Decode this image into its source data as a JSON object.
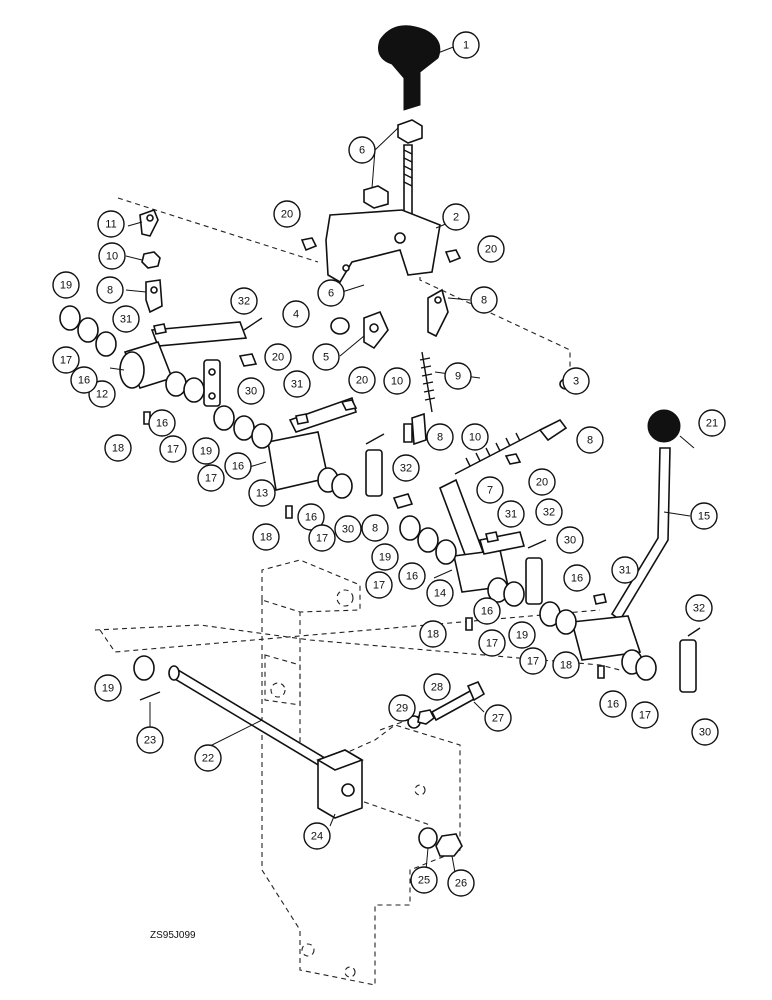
{
  "figure_code": "ZS95J099",
  "callouts": [
    {
      "id": "c1",
      "label": "1"
    },
    {
      "id": "c2",
      "label": "2"
    },
    {
      "id": "c3",
      "label": "3"
    },
    {
      "id": "c4",
      "label": "4"
    },
    {
      "id": "c5",
      "label": "5"
    },
    {
      "id": "c6a",
      "label": "6"
    },
    {
      "id": "c6b",
      "label": "6"
    },
    {
      "id": "c7",
      "label": "7"
    },
    {
      "id": "c8a",
      "label": "8"
    },
    {
      "id": "c8b",
      "label": "8"
    },
    {
      "id": "c8c",
      "label": "8"
    },
    {
      "id": "c8d",
      "label": "8"
    },
    {
      "id": "c8e",
      "label": "8"
    },
    {
      "id": "c9",
      "label": "9"
    },
    {
      "id": "c10a",
      "label": "10"
    },
    {
      "id": "c10b",
      "label": "10"
    },
    {
      "id": "c10c",
      "label": "10"
    },
    {
      "id": "c11",
      "label": "11"
    },
    {
      "id": "c12",
      "label": "12"
    },
    {
      "id": "c13",
      "label": "13"
    },
    {
      "id": "c14",
      "label": "14"
    },
    {
      "id": "c15",
      "label": "15"
    },
    {
      "id": "c16a",
      "label": "16"
    },
    {
      "id": "c16b",
      "label": "16"
    },
    {
      "id": "c16c",
      "label": "16"
    },
    {
      "id": "c16d",
      "label": "16"
    },
    {
      "id": "c16e",
      "label": "16"
    },
    {
      "id": "c16f",
      "label": "16"
    },
    {
      "id": "c16g",
      "label": "16"
    },
    {
      "id": "c16h",
      "label": "16"
    },
    {
      "id": "c17a",
      "label": "17"
    },
    {
      "id": "c17b",
      "label": "17"
    },
    {
      "id": "c17c",
      "label": "17"
    },
    {
      "id": "c17d",
      "label": "17"
    },
    {
      "id": "c17e",
      "label": "17"
    },
    {
      "id": "c17f",
      "label": "17"
    },
    {
      "id": "c17g",
      "label": "17"
    },
    {
      "id": "c17h",
      "label": "17"
    },
    {
      "id": "c18a",
      "label": "18"
    },
    {
      "id": "c18b",
      "label": "18"
    },
    {
      "id": "c18c",
      "label": "18"
    },
    {
      "id": "c18d",
      "label": "18"
    },
    {
      "id": "c19a",
      "label": "19"
    },
    {
      "id": "c19b",
      "label": "19"
    },
    {
      "id": "c19c",
      "label": "19"
    },
    {
      "id": "c19d",
      "label": "19"
    },
    {
      "id": "c19e",
      "label": "19"
    },
    {
      "id": "c20a",
      "label": "20"
    },
    {
      "id": "c20b",
      "label": "20"
    },
    {
      "id": "c20c",
      "label": "20"
    },
    {
      "id": "c20d",
      "label": "20"
    },
    {
      "id": "c20e",
      "label": "20"
    },
    {
      "id": "c21",
      "label": "21"
    },
    {
      "id": "c22",
      "label": "22"
    },
    {
      "id": "c23",
      "label": "23"
    },
    {
      "id": "c24",
      "label": "24"
    },
    {
      "id": "c25",
      "label": "25"
    },
    {
      "id": "c26",
      "label": "26"
    },
    {
      "id": "c27",
      "label": "27"
    },
    {
      "id": "c28",
      "label": "28"
    },
    {
      "id": "c29",
      "label": "29"
    },
    {
      "id": "c30a",
      "label": "30"
    },
    {
      "id": "c30b",
      "label": "30"
    },
    {
      "id": "c30c",
      "label": "30"
    },
    {
      "id": "c30d",
      "label": "30"
    },
    {
      "id": "c31a",
      "label": "31"
    },
    {
      "id": "c31b",
      "label": "31"
    },
    {
      "id": "c31c",
      "label": "31"
    },
    {
      "id": "c31d",
      "label": "31"
    },
    {
      "id": "c32a",
      "label": "32"
    },
    {
      "id": "c32b",
      "label": "32"
    },
    {
      "id": "c32c",
      "label": "32"
    },
    {
      "id": "c32d",
      "label": "32"
    }
  ]
}
